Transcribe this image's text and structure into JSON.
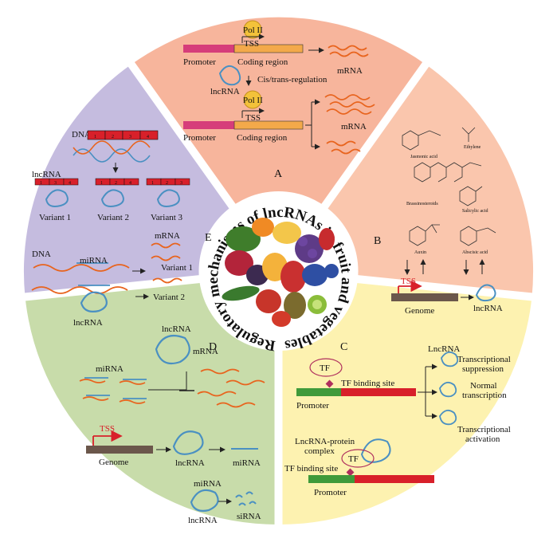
{
  "center": {
    "circular_title": "Regulatory mechanisms of lncRNAs in fruit and vegetables"
  },
  "panel_a": {
    "letter": "A",
    "pol": "Pol II",
    "tss": "TSS",
    "promoter": "Promoter",
    "coding_region": "Coding region",
    "mrna": "mRNA",
    "lncrna": "lncRNA",
    "regulation": "Cis/trans-regulation",
    "pol2": "Pol II",
    "tss2": "TSS",
    "promoter2": "Promoter",
    "coding_region2": "Coding region",
    "mrna2": "mRNA"
  },
  "panel_b": {
    "letter": "B",
    "hormones": [
      "Jasmonic acid",
      "Ethylene",
      "Brassinosteroids",
      "Salicylic acid",
      "Auxin",
      "Abscisic acid"
    ],
    "tss": "TSS",
    "genome": "Genome",
    "lncrna": "lncRNA"
  },
  "panel_c": {
    "letter": "C",
    "tf": "TF",
    "tf_site": "TF binding site",
    "promoter": "Promoter",
    "lncrna": "LncRNA",
    "out1": "Transcriptional suppression",
    "out1a": "Transcriptional",
    "out1b": "suppression",
    "out2a": "Normal",
    "out2b": "transcription",
    "out3a": "Transcriptional",
    "out3b": "activation",
    "complex_a": "LncRNA-protein",
    "complex_b": "complex",
    "tf2": "TF",
    "tf_site2": "TF binding site",
    "promoter2": "Promoter"
  },
  "panel_d": {
    "letter": "D",
    "lncrna_top": "lncRNA",
    "mirna": "miRNA",
    "mrna": "mRNA",
    "tss": "TSS",
    "genome": "Genome",
    "lncrna_mid": "lncRNA",
    "mirna_mid": "miRNA",
    "mirna_bot": "miRNA",
    "lncrna_bot": "lncRNA",
    "sirna": "siRNA"
  },
  "panel_e": {
    "letter": "E",
    "dna": "DNA",
    "exons": [
      "1",
      "2",
      "3",
      "4"
    ],
    "lncrna": "lncRNA",
    "v1_exons": [
      "1",
      "3",
      "4"
    ],
    "v2_exons": [
      "1",
      "2",
      "4"
    ],
    "v3_exons": [
      "1",
      "2",
      "3"
    ],
    "variants": [
      "Variant 1",
      "Variant 2",
      "Variant 3"
    ],
    "dna2": "DNA",
    "mirna": "miRNA",
    "mrna": "mRNA",
    "variant1": "Variant 1",
    "variant2": "Variant 2",
    "lncrna2": "lncRNA"
  },
  "colors": {
    "panel_a": "#f7b59c",
    "panel_b": "#fac6ad",
    "panel_c": "#fdf2b0",
    "panel_d": "#c8dcaa",
    "panel_e": "#c5bcdf",
    "promoter_pink": "#d63d7a",
    "coding_orange": "#f3a94a",
    "rna_orange": "#e8641e",
    "lnc_blue": "#4a90c2",
    "exon_red": "#d8202a",
    "green_bar": "#3f9a3a",
    "genome_brown": "#6b574b"
  }
}
